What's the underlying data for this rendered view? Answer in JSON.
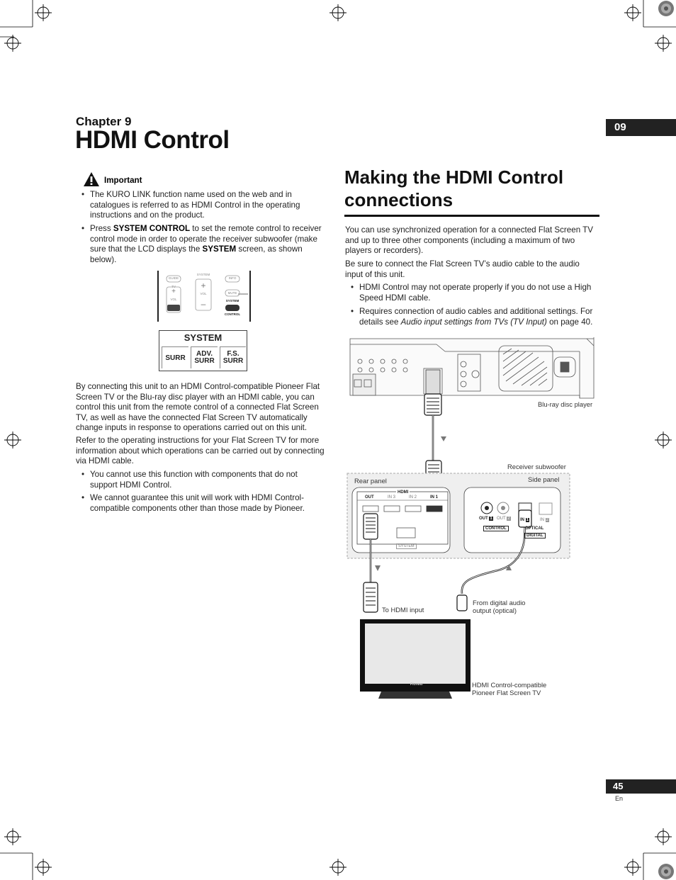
{
  "header": {
    "chapter": "Chapter 9",
    "title": "HDMI Control",
    "tab_number": "09"
  },
  "important": {
    "heading": "Important",
    "bullet1": "The KURO LINK function name used on the web and in catalogues is referred to as HDMI Control in the operating instructions and on the product.",
    "bullet2_pre": "Press ",
    "bullet2_bold1": "SYSTEM CONTROL",
    "bullet2_mid": " to set the remote control to receiver control mode in order to operate the receiver subwoofer (make sure that the LCD displays the ",
    "bullet2_bold2": "SYSTEM",
    "bullet2_post": " screen, as shown below)."
  },
  "remote": {
    "guide": "GUIDE",
    "system_top": "SYSTEM",
    "info": "INFO",
    "tv": "TV",
    "vol": "VOL",
    "mute": "MUTE",
    "system_btn": "SYSTEM",
    "control": "CONTROL"
  },
  "lcd": {
    "title": "SYSTEM",
    "btn1": "SURR",
    "btn2_l1": "ADV.",
    "btn2_l2": "SURR",
    "btn3_l1": "F.S.",
    "btn3_l2": "SURR"
  },
  "left_body": {
    "p1": "By connecting this unit to an HDMI Control-compatible Pioneer Flat Screen TV or the Blu-ray disc player with an HDMI cable, you can control this unit from the remote control of a connected Flat Screen TV, as well as have the connected Flat Screen TV automatically change inputs in response to operations carried out on this unit.",
    "p2": "Refer to the operating instructions for your Flat Screen TV for more information about which operations can be carried out by connecting via HDMI cable.",
    "b1": "You cannot use this function with components that do not support HDMI Control.",
    "b2": "We cannot guarantee this unit will work with HDMI Control-compatible components other than those made by Pioneer."
  },
  "right": {
    "heading": "Making the HDMI Control connections",
    "p1": "You can use synchronized operation for a connected Flat Screen TV and up to three other components (including a maximum of two players or recorders).",
    "p2": "Be sure to connect the Flat Screen TV’s audio cable to the audio input of this unit.",
    "b1": "HDMI Control may not operate properly if you do not use a High Speed HDMI cable.",
    "b2_pre": "Requires connection of audio cables and additional settings. For details see ",
    "b2_italic": "Audio input settings from TVs (TV Input)",
    "b2_post": " on page 40."
  },
  "diagram": {
    "bluray_label": "Blu-ray disc player",
    "receiver_l1": "Receiver subwoofer",
    "side_panel": "Side panel",
    "rear_panel": "Rear panel",
    "hdmi": "HDMI",
    "out": "OUT",
    "in3": "IN 3",
    "in2": "IN 2",
    "in1": "IN 1",
    "system": "SYSTEM",
    "ctl_out": "OUT",
    "ctl_out1": "1",
    "ctl_out2_pre": "OUT",
    "ctl_out2": "2",
    "control": "CONTROL",
    "opt_in": "IN",
    "opt_in1": "1",
    "opt_in2_pre": "IN",
    "opt_in2": "2",
    "optical": "OPTICAL",
    "digital": "DIGITAL",
    "to_hdmi": "To HDMI input",
    "from_digital_l1": "From digital audio",
    "from_digital_l2": "output (optical)",
    "tv_l1": "HDMI Control-compatible",
    "tv_l2": "Pioneer Flat Screen TV",
    "tv_brand": "Pioneer"
  },
  "footer": {
    "page": "45",
    "lang": "En"
  }
}
